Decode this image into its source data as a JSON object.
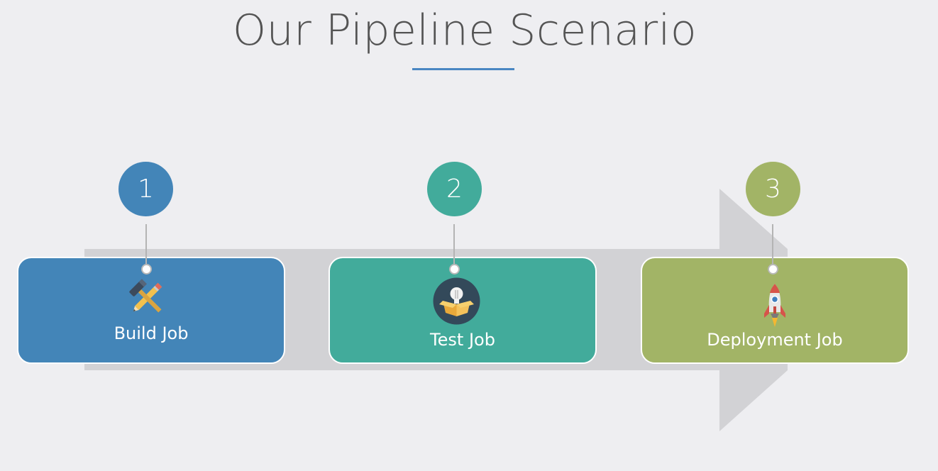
{
  "title": "Our Pipeline Scenario",
  "colors": {
    "accent_line": "#4a86c2",
    "arrow": "#d2d2d5",
    "step1": "#4385b8",
    "step2": "#42ab9b",
    "step3": "#a2b466"
  },
  "steps": [
    {
      "number": "1",
      "label": "Build Job",
      "icon": "hammer-pencil-icon"
    },
    {
      "number": "2",
      "label": "Test Job",
      "icon": "lightbulb-box-icon"
    },
    {
      "number": "3",
      "label": "Deployment Job",
      "icon": "rocket-icon"
    }
  ]
}
